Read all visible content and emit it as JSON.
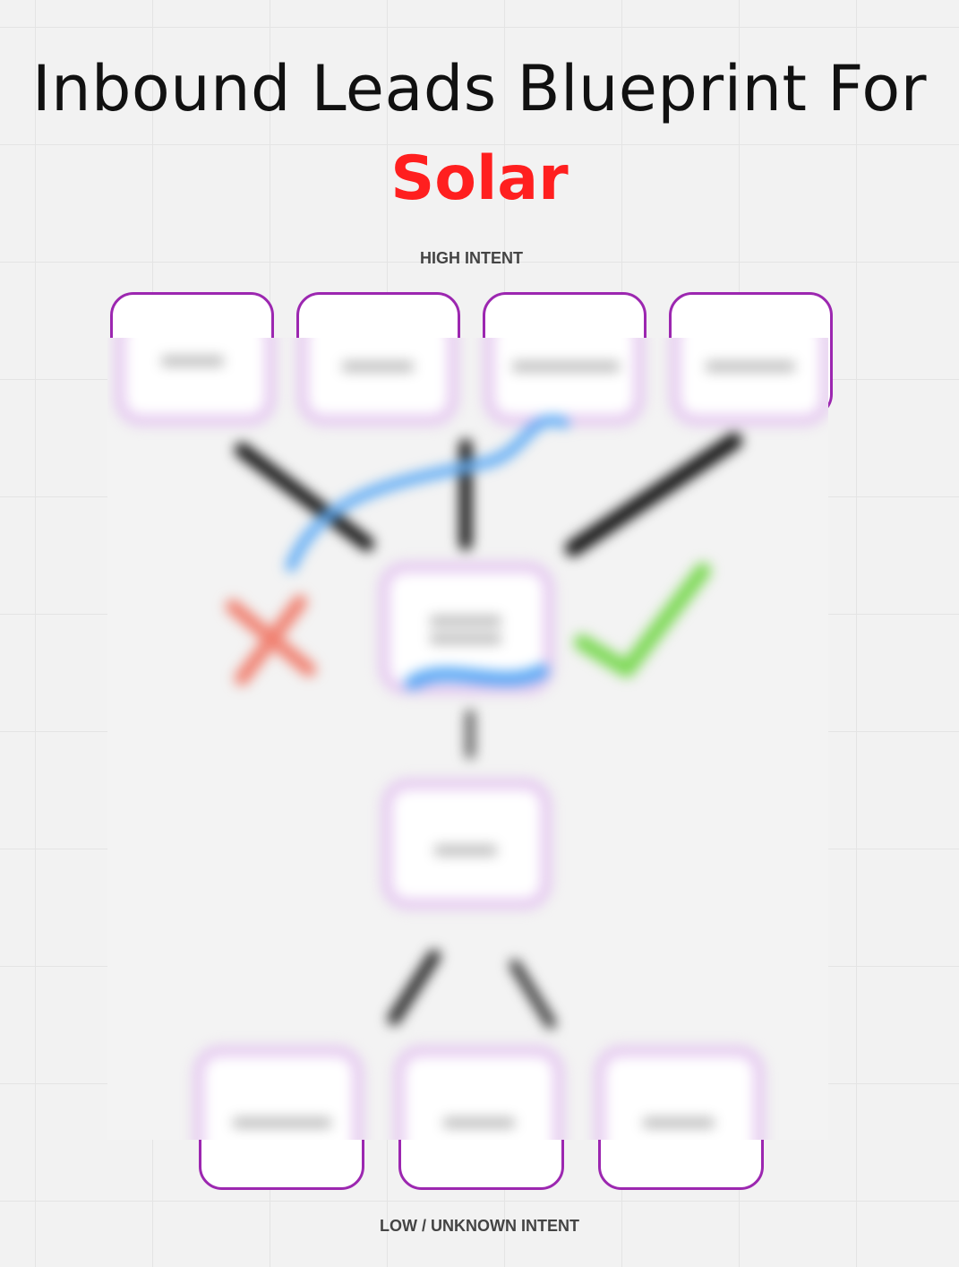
{
  "diagram": {
    "title": "Inbound Leads Blueprint For",
    "title_highlight": "Solar",
    "top_label": "HIGH INTENT",
    "bottom_label": "LOW / UNKNOWN INTENT"
  },
  "colors": {
    "title": "#111111",
    "highlight": "#ff1f1f",
    "box_border": "#9c27b0",
    "arrow": "#111111",
    "positive": "#7ed957",
    "negative": "#f08070",
    "flow": "#5aa9f5"
  },
  "icons": [
    "cross-icon",
    "check-icon"
  ]
}
